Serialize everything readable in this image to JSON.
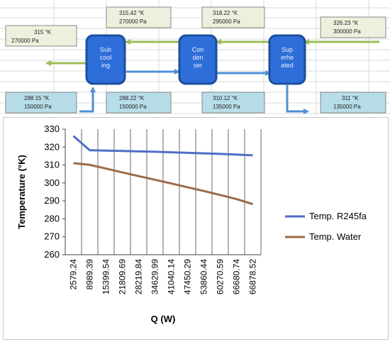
{
  "diagram": {
    "units": [
      {
        "label": "Sub cooling",
        "lines": [
          "Sub",
          "cool",
          "ing"
        ]
      },
      {
        "label": "Condenser",
        "lines": [
          "Con",
          "den",
          "ser"
        ]
      },
      {
        "label": "Superheated",
        "lines": [
          "Sup",
          "erhe",
          "ated"
        ]
      }
    ],
    "states": {
      "top_left": {
        "temp": "315 °K",
        "pressure": "270000 Pa"
      },
      "top_sub": {
        "temp": "315.42 °K",
        "pressure": "270000 Pa"
      },
      "top_cond": {
        "temp": "318.22 °K",
        "pressure": "295000 Pa"
      },
      "top_right": {
        "temp": "326.23 °K",
        "pressure": "300000 Pa"
      },
      "bottom_left": {
        "temp": "288.15 °K",
        "pressure": "150000 Pa"
      },
      "bottom_sub": {
        "temp": "288.22 °K",
        "pressure": "150000 Pa"
      },
      "bottom_cond": {
        "temp": "310.12 °K",
        "pressure": "135000 Pa"
      },
      "bottom_right": {
        "temp": "311 °K",
        "pressure": "135000 Pa"
      }
    },
    "colors": {
      "refrigerant": "#9bbb59",
      "water": "#4f8fd4",
      "unit_fill": "#2e6ed8",
      "unit_border": "#1d4e9e"
    }
  },
  "chart_data": {
    "type": "line",
    "categories": [
      "2579.24",
      "8989.39",
      "15399.54",
      "21809.69",
      "28219.84",
      "34629.99",
      "41040.14",
      "47450.29",
      "53860.44",
      "60270.59",
      "66680.74",
      "66878.52"
    ],
    "series": [
      {
        "name": "Temp. R245fa",
        "color": "#4f6fc6",
        "values": [
          326.2,
          318.2,
          318.0,
          317.8,
          317.6,
          317.4,
          317.1,
          316.8,
          316.5,
          316.2,
          315.8,
          315.4
        ]
      },
      {
        "name": "Temp. Water",
        "color": "#9c6b47",
        "values": [
          311.0,
          310.1,
          308.0,
          305.9,
          303.8,
          301.8,
          299.7,
          297.6,
          295.5,
          293.3,
          291.0,
          288.2
        ]
      }
    ],
    "xlabel": "Q (W)",
    "ylabel": "Temperature (°K)",
    "ylim": [
      260,
      330
    ],
    "yticks": [
      "260",
      "270",
      "280",
      "290",
      "300",
      "310",
      "320",
      "330"
    ],
    "grid": "vertical",
    "legend": "right"
  }
}
